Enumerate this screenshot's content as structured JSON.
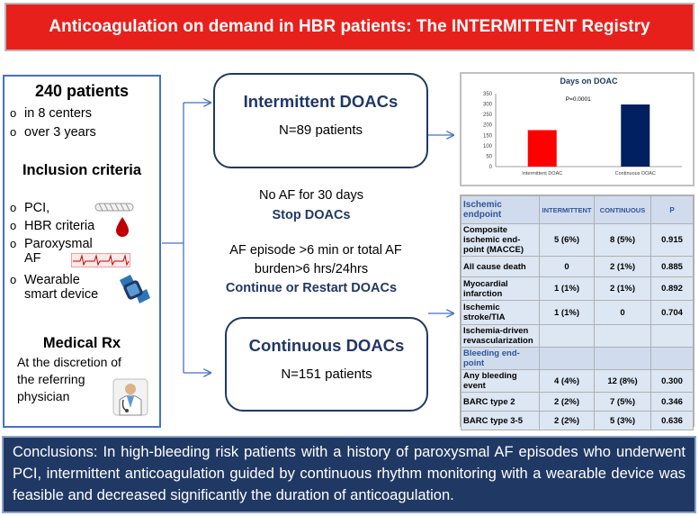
{
  "title": "Anticoagulation on demand in HBR patients: The INTERMITTENT Registry",
  "left": {
    "patients": "240 patients",
    "bullets": [
      "in 8 centers",
      "over 3 years"
    ],
    "inclusion_heading": "Inclusion criteria",
    "criteria": [
      "PCI,",
      "HBR criteria",
      "Paroxysmal AF",
      "Wearable smart device"
    ],
    "medical_heading": "Medical Rx",
    "medical_text": [
      "At the discretion of",
      "the referring",
      "physician"
    ]
  },
  "intermittent": {
    "title": "Intermittent  DOACs",
    "subtitle": "N=89 patients"
  },
  "continuous": {
    "title": "Continuous DOACs",
    "subtitle": "N=151 patients"
  },
  "middle": {
    "no_af": "No AF for 30 days",
    "stop": "Stop DOACs",
    "af_episode_line1": "AF episode >6 min or total AF",
    "af_episode_line2": "burden>6 hrs/24hrs",
    "continue": "Continue or Restart DOACs"
  },
  "chart_data": {
    "type": "bar",
    "title": "Days on DOAC",
    "annotation": "P=0.0001",
    "categories": [
      "Intermittent DOAC",
      "Continuous DOAC"
    ],
    "values": [
      175,
      298
    ],
    "colors": [
      "#ff0000",
      "#002060"
    ],
    "ylim": [
      0,
      350
    ],
    "yticks": [
      0,
      50,
      100,
      150,
      200,
      250,
      300,
      350
    ]
  },
  "table": {
    "headers": [
      "Ischemic endpoint",
      "INTERMITTENT",
      "CONTINUOUS",
      "P"
    ],
    "rows": [
      [
        "Composite ischemic end-point (MACCE)",
        "5 (6%)",
        "8 (5%)",
        "0.915"
      ],
      [
        "All cause death",
        "0",
        "2 (1%)",
        "0.885"
      ],
      [
        "Myocardial infarction",
        "1 (1%)",
        "2 (1%)",
        "0.892"
      ],
      [
        "Ischemic stroke/TIA",
        "1 (1%)",
        "0",
        "0.704"
      ],
      [
        "Ischemia-driven revascularization",
        "",
        "",
        ""
      ],
      [
        "Bleeding end-point",
        "",
        "",
        ""
      ],
      [
        "Any bleeding event",
        "4 (4%)",
        "12 (8%)",
        "0.300"
      ],
      [
        "BARC type 2",
        "2 (2%)",
        "7 (5%)",
        "0.346"
      ],
      [
        "BARC type 3-5",
        "2 (2%)",
        "5 (3%)",
        "0.636"
      ]
    ]
  },
  "conclusions": "Conclusions: In high-bleeding risk patients with a history of paroxysmal AF episodes who underwent PCI, intermittent anticoagulation guided by continuous rhythm monitoring with a wearable device was feasible and decreased significantly the duration of anticoagulation."
}
